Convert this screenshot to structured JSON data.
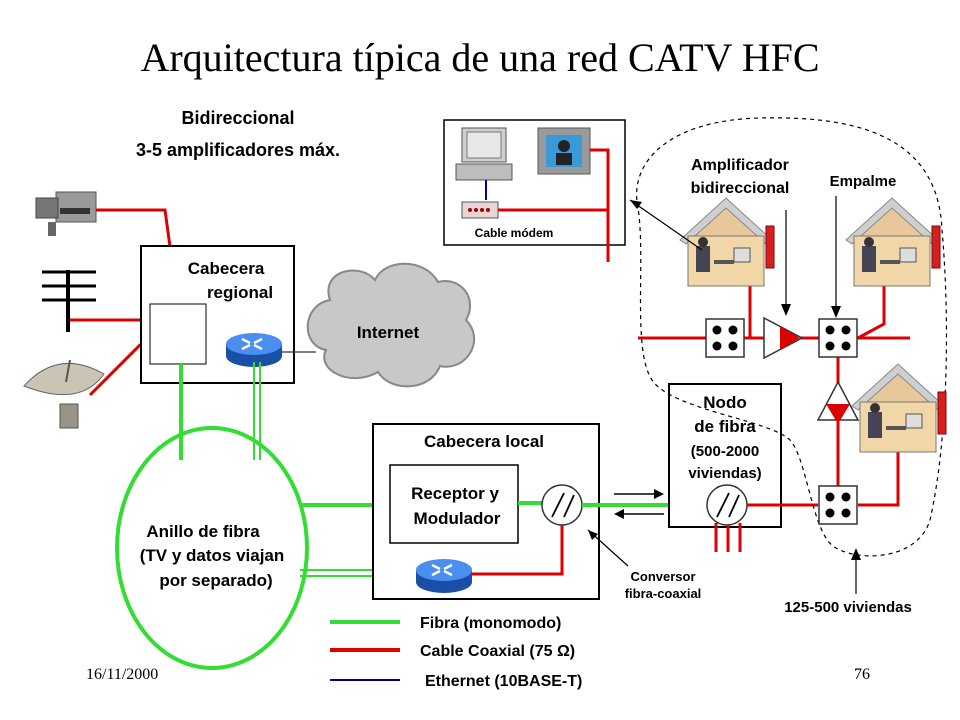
{
  "title": "Arquitectura típica de una red CATV HFC",
  "labels": {
    "bidireccional": "Bidireccional",
    "amplificadores": "3-5 amplificadores máx.",
    "cabecera_regional_1": "Cabecera",
    "cabecera_regional_2": "regional",
    "internet": "Internet",
    "cable_modem": "Cable módem",
    "amplificador_1": "Amplificador",
    "amplificador_2": "bidireccional",
    "empalme": "Empalme",
    "cabecera_local": "Cabecera local",
    "receptor_1": "Receptor y",
    "receptor_2": "Modulador",
    "nodo_1": "Nodo",
    "nodo_2": "de fibra",
    "nodo_3": "(500-2000",
    "nodo_4": "viviendas)",
    "anillo_1": "Anillo de fibra",
    "anillo_2": "(TV y datos viajan",
    "anillo_3": "por separado)",
    "conversor_1": "Conversor",
    "conversor_2": "fibra-coaxial",
    "viviendas": "125-500 viviendas"
  },
  "legend": {
    "fibra": "Fibra (monomodo)",
    "coaxial_prefix": "Cable Coaxial (75 ",
    "coaxial_omega": "Ω",
    "coaxial_suffix": ")",
    "ethernet": "Ethernet (10BASE-T)"
  },
  "footer": {
    "date": "16/11/2000",
    "page": "76"
  },
  "colors": {
    "fibra": "#33dd33",
    "coaxial": "#dd0000",
    "ethernet": "#000099",
    "router": "#2d6fd6",
    "cloud": "#c8c8c8"
  }
}
